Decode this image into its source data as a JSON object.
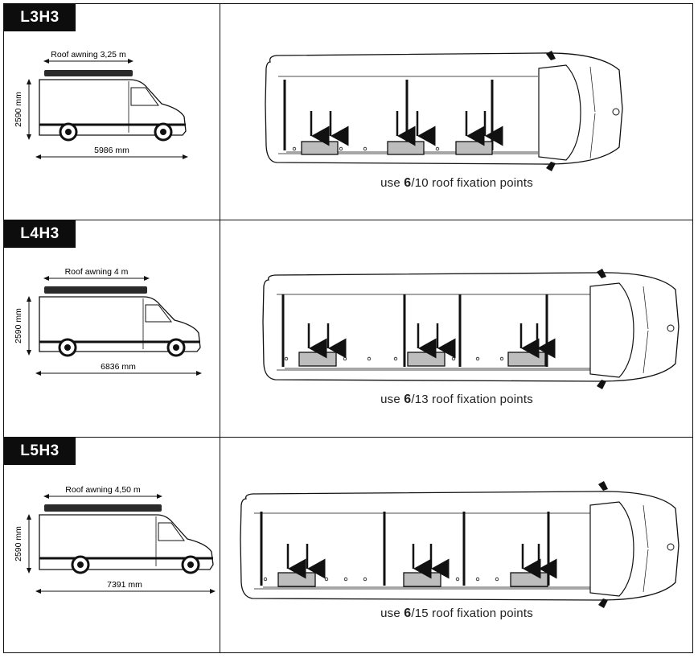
{
  "variants": [
    {
      "label": "L3H3",
      "awning_label": "Roof awning 3,25 m",
      "height_label": "2590 mm",
      "length_label": "5986 mm",
      "caption": {
        "prefix": "use ",
        "used": "6",
        "rest": "/10 roof fixation points"
      }
    },
    {
      "label": "L4H3",
      "awning_label": "Roof awning 4 m",
      "height_label": "2590 mm",
      "length_label": "6836 mm",
      "caption": {
        "prefix": "use ",
        "used": "6",
        "rest": "/13 roof fixation points"
      }
    },
    {
      "label": "L5H3",
      "awning_label": "Roof awning 4,50 m",
      "height_label": "2590 mm",
      "length_label": "7391 mm",
      "caption": {
        "prefix": "use ",
        "used": "6",
        "rest": "/15 roof fixation points"
      }
    }
  ]
}
